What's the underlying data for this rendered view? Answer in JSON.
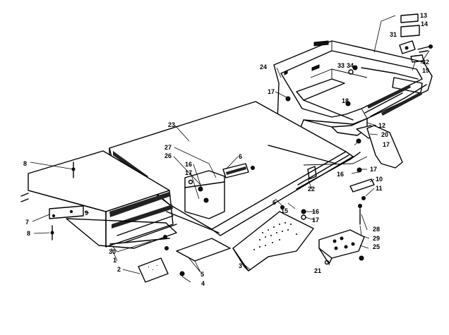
{
  "callouts": [
    "1",
    "2",
    "3",
    "4",
    "5",
    "6",
    "7",
    "8",
    "8",
    "9",
    "10",
    "11",
    "12",
    "13",
    "14",
    "15",
    "16",
    "16",
    "16",
    "17",
    "17",
    "17",
    "17",
    "17",
    "18",
    "19",
    "20",
    "21",
    "22",
    "23",
    "24",
    "25",
    "26",
    "27",
    "28",
    "29",
    "30",
    "31",
    "32",
    "33",
    "34"
  ],
  "colors": {
    "ink": "#000000",
    "paper": "#ffffff"
  }
}
